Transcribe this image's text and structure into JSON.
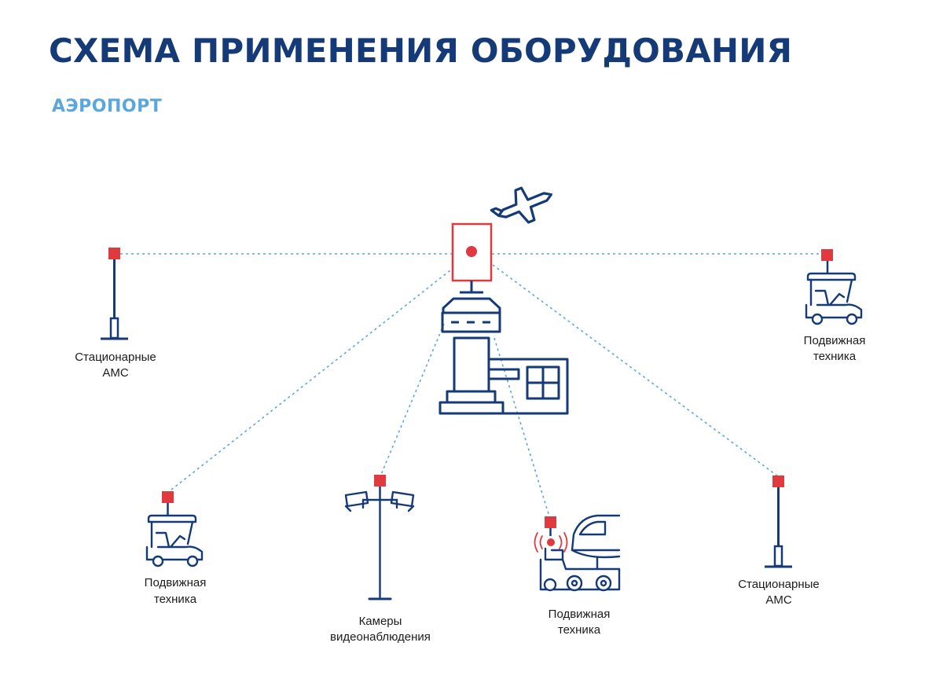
{
  "header": {
    "title": "СХЕМА ПРИМЕНЕНИЯ ОБОРУДОВАНИЯ",
    "subtitle": "АЭРОПОРТ"
  },
  "colors": {
    "primary": "#143a78",
    "accent_red": "#e0393e",
    "link_line": "#5aa7dd",
    "subtitle": "#5aa7dd"
  },
  "nodes": {
    "weather_station_left": {
      "icon": "weather-station-icon",
      "label_1": "Стационарные",
      "label_2": "АМС"
    },
    "cart_top_right": {
      "icon": "golf-cart-icon",
      "label_1": "Подвижная",
      "label_2": "техника"
    },
    "cart_bottom_left": {
      "icon": "golf-cart-icon",
      "label_1": "Подвижная",
      "label_2": "техника"
    },
    "cameras": {
      "icon": "surveillance-camera-pole-icon",
      "label_1": "Камеры",
      "label_2": "видеонаблюдения"
    },
    "tug_vehicle": {
      "icon": "aircraft-tug-icon",
      "label_1": "Подвижная",
      "label_2": "техника"
    },
    "weather_station_right": {
      "icon": "weather-station-icon",
      "label_1": "Стационарные",
      "label_2": "АМС"
    }
  },
  "hub": {
    "icon": "base-station-icon",
    "tower_icon": "control-tower-icon",
    "plane_icon": "airplane-icon"
  }
}
